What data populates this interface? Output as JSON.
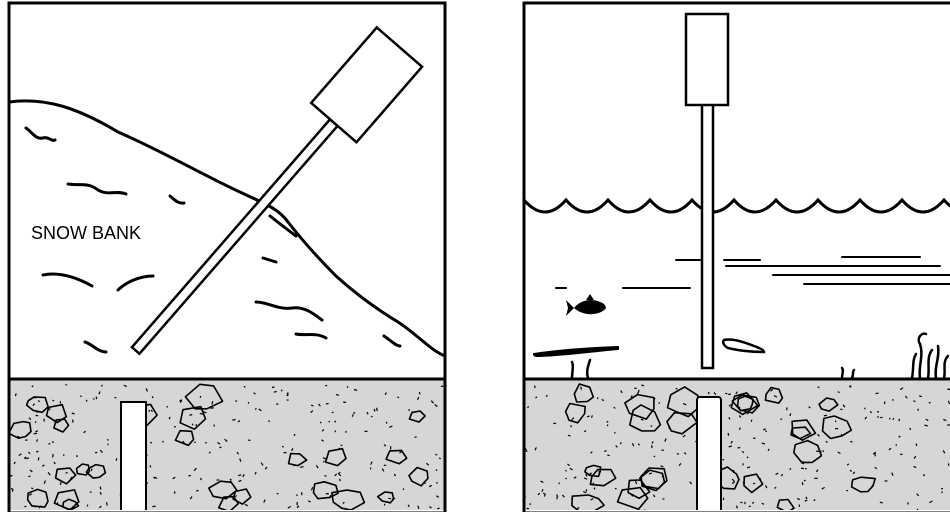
{
  "panels": [
    {
      "id": "snow",
      "labels": {
        "snow_bank": "SNOW BANK"
      }
    },
    {
      "id": "water",
      "labels": {}
    }
  ],
  "colors": {
    "ink": "#000000",
    "ground": "#d6d6d6",
    "paper": "#ffffff"
  }
}
